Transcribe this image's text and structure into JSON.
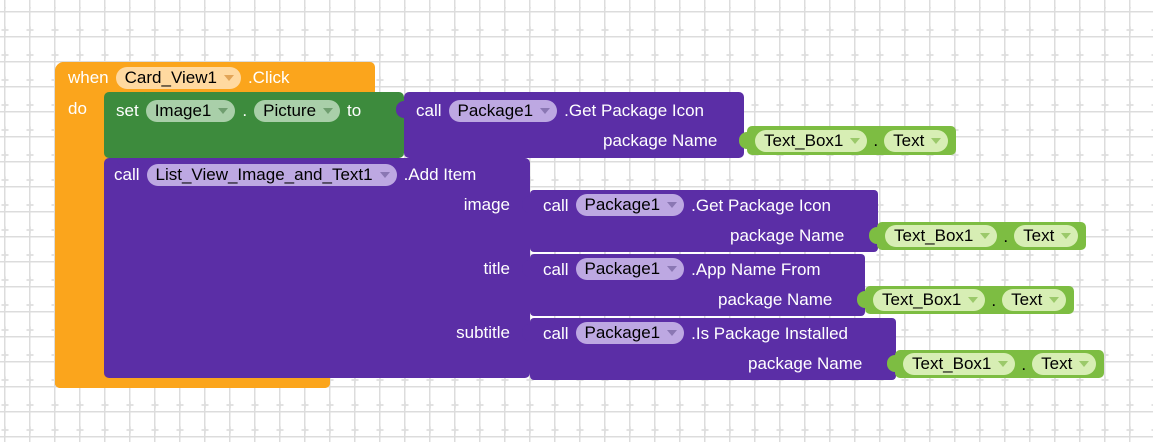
{
  "app": {
    "name": "MIT App Inventor Blocks Editor",
    "canvas_background": "#ffffff",
    "grid_mark": "plus"
  },
  "colors": {
    "event_block": "#fba51c",
    "setter_block": "#3d8b3d",
    "call_block": "#5b2ea6",
    "getter_block": "#7dbd42",
    "event_pill": "#ffd9a0",
    "setter_pill": "#a9cfa9",
    "call_pill": "#bda8e2",
    "getter_pill": "#d7eeb4",
    "grid_line": "#dcdcdc"
  },
  "blocks": {
    "event": {
      "keyword": "when",
      "component": "Card_View1",
      "event_name": ".Click",
      "body_label": "do"
    },
    "setter": {
      "keyword": "set",
      "component": "Image1",
      "separator": ".",
      "property": "Picture",
      "to_label": "to"
    },
    "setter_value": {
      "keyword": "call",
      "component": "Package1",
      "method": ".Get Package Icon",
      "arg_label": "package Name",
      "arg_value": {
        "component": "Text_Box1",
        "separator": ".",
        "property": "Text"
      }
    },
    "add_item": {
      "keyword": "call",
      "component": "List_View_Image_and_Text1",
      "method": ".Add Item",
      "sockets": [
        {
          "name": "image",
          "value": {
            "keyword": "call",
            "component": "Package1",
            "method": ".Get Package Icon",
            "arg_label": "package Name",
            "arg_value": {
              "component": "Text_Box1",
              "separator": ".",
              "property": "Text"
            }
          }
        },
        {
          "name": "title",
          "value": {
            "keyword": "call",
            "component": "Package1",
            "method": ".App Name From",
            "arg_label": "package Name",
            "arg_value": {
              "component": "Text_Box1",
              "separator": ".",
              "property": "Text"
            }
          }
        },
        {
          "name": "subtitle",
          "value": {
            "keyword": "call",
            "component": "Package1",
            "method": ".Is Package Installed",
            "arg_label": "package Name",
            "arg_value": {
              "component": "Text_Box1",
              "separator": ".",
              "property": "Text"
            }
          }
        }
      ]
    }
  }
}
